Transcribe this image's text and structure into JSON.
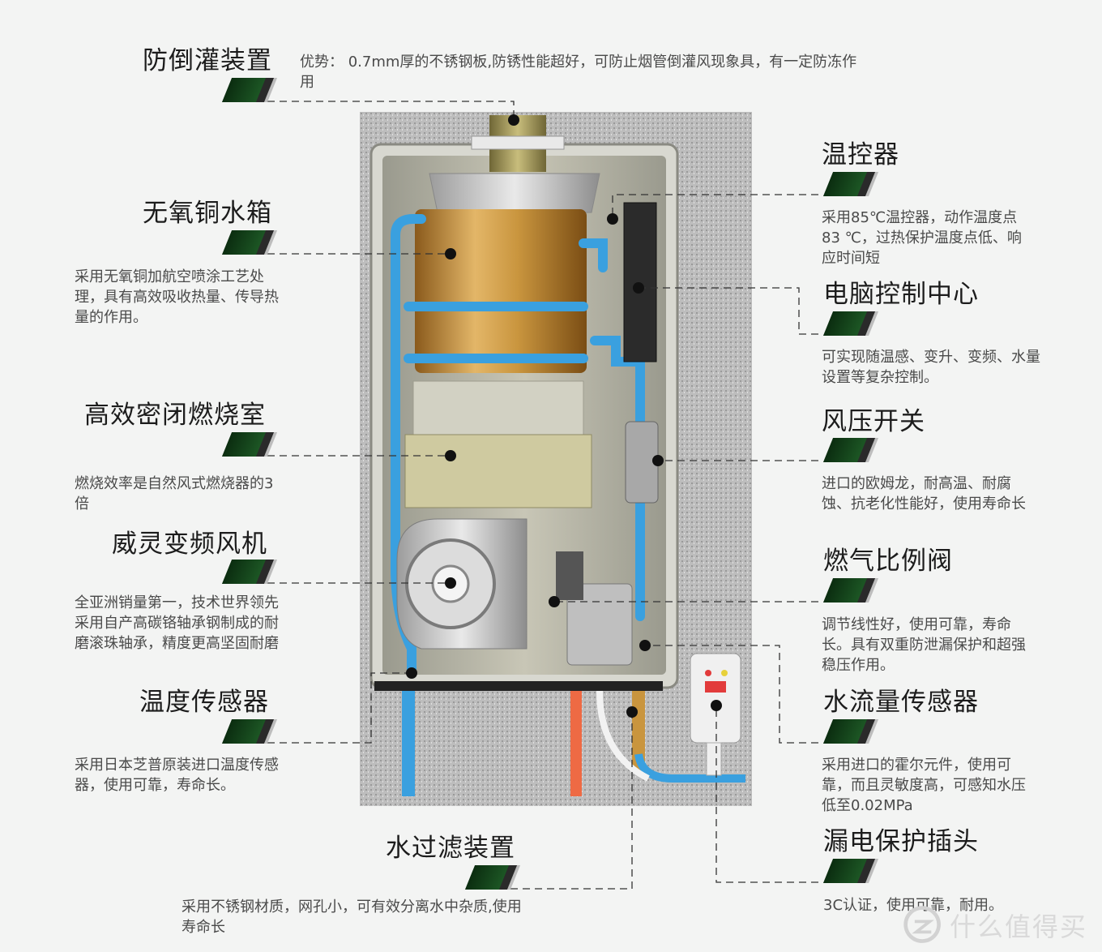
{
  "callouts": {
    "anti_backflow": {
      "title": "防倒灌装置",
      "desc": "优势： 0.7mm厚的不锈钢板,防锈性能超好，可防止烟管倒灌风现象具，有一定防冻作用"
    },
    "copper_tank": {
      "title": "无氧铜水箱",
      "desc": "采用无氧铜加航空喷涂工艺处理，具有高效吸收热量、传导热量的作用。"
    },
    "combustion_chamber": {
      "title": "高效密闭燃烧室",
      "desc": "燃烧效率是自然风式燃烧器的3倍"
    },
    "fan": {
      "title": "威灵变频风机",
      "desc": "全亚洲销量第一，技术世界领先采用自产高碳铬轴承钢制成的耐磨滚珠轴承，精度更高坚固耐磨"
    },
    "temp_sensor": {
      "title": "温度传感器",
      "desc": "采用日本芝普原装进口温度传感器，使用可靠，寿命长。"
    },
    "water_filter": {
      "title": "水过滤装置",
      "desc": "采用不锈钢材质，网孔小，可有效分离水中杂质,使用寿命长"
    },
    "thermostat": {
      "title": "温控器",
      "desc": "采用85℃温控器，动作温度点83 ℃，过热保护温度点低、响应时间短"
    },
    "control_center": {
      "title": "电脑控制中心",
      "desc": "可实现随温感、变升、变频、水量设置等复杂控制。"
    },
    "pressure_switch": {
      "title": "风压开关",
      "desc": "进口的欧姆龙，耐高温、耐腐蚀、抗老化性能好，使用寿命长"
    },
    "gas_valve": {
      "title": "燃气比例阀",
      "desc": "调节线性好，使用可靠，寿命长。具有双重防泄漏保护和超强稳压作用。"
    },
    "flow_sensor": {
      "title": "水流量传感器",
      "desc": "采用进口的霍尔元件，使用可靠，而且灵敏度高，可感知水压低至0.02MPa"
    },
    "leakage_plug": {
      "title": "漏电保护插头",
      "desc": "3C认证，使用可靠，耐用。"
    }
  },
  "watermark": {
    "text": "什么值得买",
    "icon": "zhi-logo-icon"
  },
  "colors": {
    "bar_green": "#1e5a26",
    "water_blue": "#3aa0df",
    "copper": "#c9953e"
  }
}
